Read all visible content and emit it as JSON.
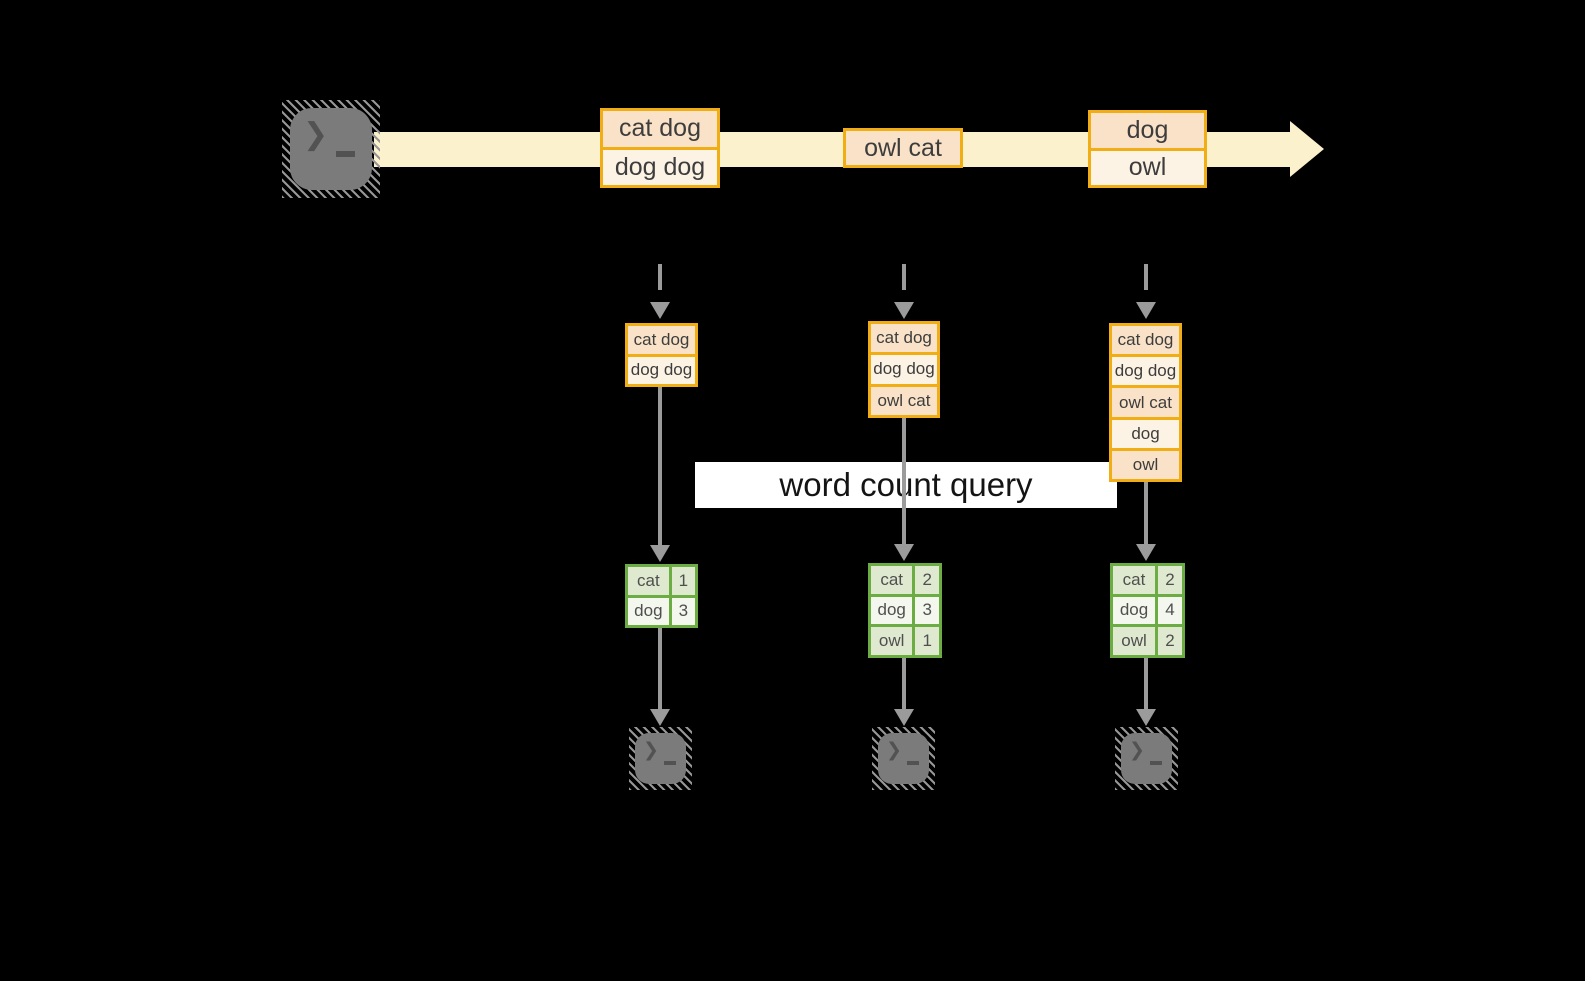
{
  "labels": {
    "query": "word count query"
  },
  "icons": {
    "terminal_prompt": "❯"
  },
  "stream_boxes": [
    {
      "cells": [
        "cat dog",
        "dog dog"
      ]
    },
    {
      "cells": [
        "owl cat"
      ]
    },
    {
      "cells": [
        "dog",
        "owl"
      ]
    }
  ],
  "stacks": [
    {
      "cells": [
        "cat dog",
        "dog dog"
      ]
    },
    {
      "cells": [
        "cat dog",
        "dog dog",
        "owl cat"
      ]
    },
    {
      "cells": [
        "cat dog",
        "dog dog",
        "owl cat",
        "dog",
        "owl"
      ]
    }
  ],
  "tables": [
    {
      "rows": [
        {
          "word": "cat",
          "count": "1"
        },
        {
          "word": "dog",
          "count": "3"
        }
      ]
    },
    {
      "rows": [
        {
          "word": "cat",
          "count": "2"
        },
        {
          "word": "dog",
          "count": "3"
        },
        {
          "word": "owl",
          "count": "1"
        }
      ]
    },
    {
      "rows": [
        {
          "word": "cat",
          "count": "2"
        },
        {
          "word": "dog",
          "count": "4"
        },
        {
          "word": "owl",
          "count": "2"
        }
      ]
    }
  ],
  "colors": {
    "band_cream": "#fbf1cd",
    "cell_peach": "#f9e2c7",
    "cell_cream": "#fdf3e4",
    "orange_border": "#f1ae14",
    "green_border": "#6cad43",
    "green_cell_dark": "#dfe9cf",
    "green_cell_light": "#f3f7ee",
    "arrow_gray": "#9b9b9b",
    "terminal_gray": "#7b7b7b",
    "glyph_gray": "#525252"
  }
}
